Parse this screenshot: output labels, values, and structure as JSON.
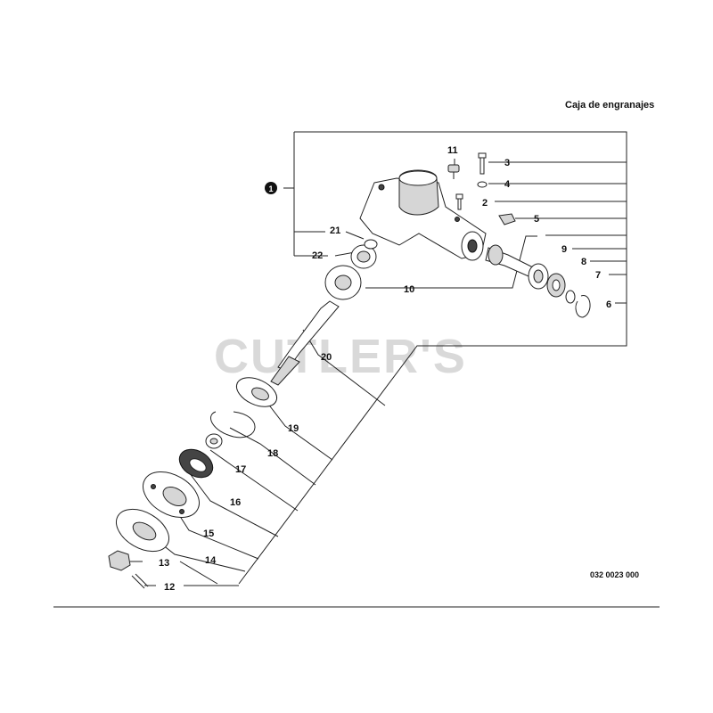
{
  "title": "Caja de engranajes",
  "drawing_code": "032 0023 000",
  "watermark": "CUTLER'S",
  "callouts": {
    "c1": "1",
    "c2": "2",
    "c3": "3",
    "c4": "4",
    "c5": "5",
    "c6": "6",
    "c7": "7",
    "c8": "8",
    "c9": "9",
    "c10": "10",
    "c11": "11",
    "c12": "12",
    "c13": "13",
    "c14": "14",
    "c15": "15",
    "c16": "16",
    "c17": "17",
    "c18": "18",
    "c19": "19",
    "c20": "20",
    "c21": "21",
    "c22": "22"
  },
  "colors": {
    "line": "#222222",
    "fill": "#d6d6d6",
    "watermark": "#d9d9d9"
  }
}
